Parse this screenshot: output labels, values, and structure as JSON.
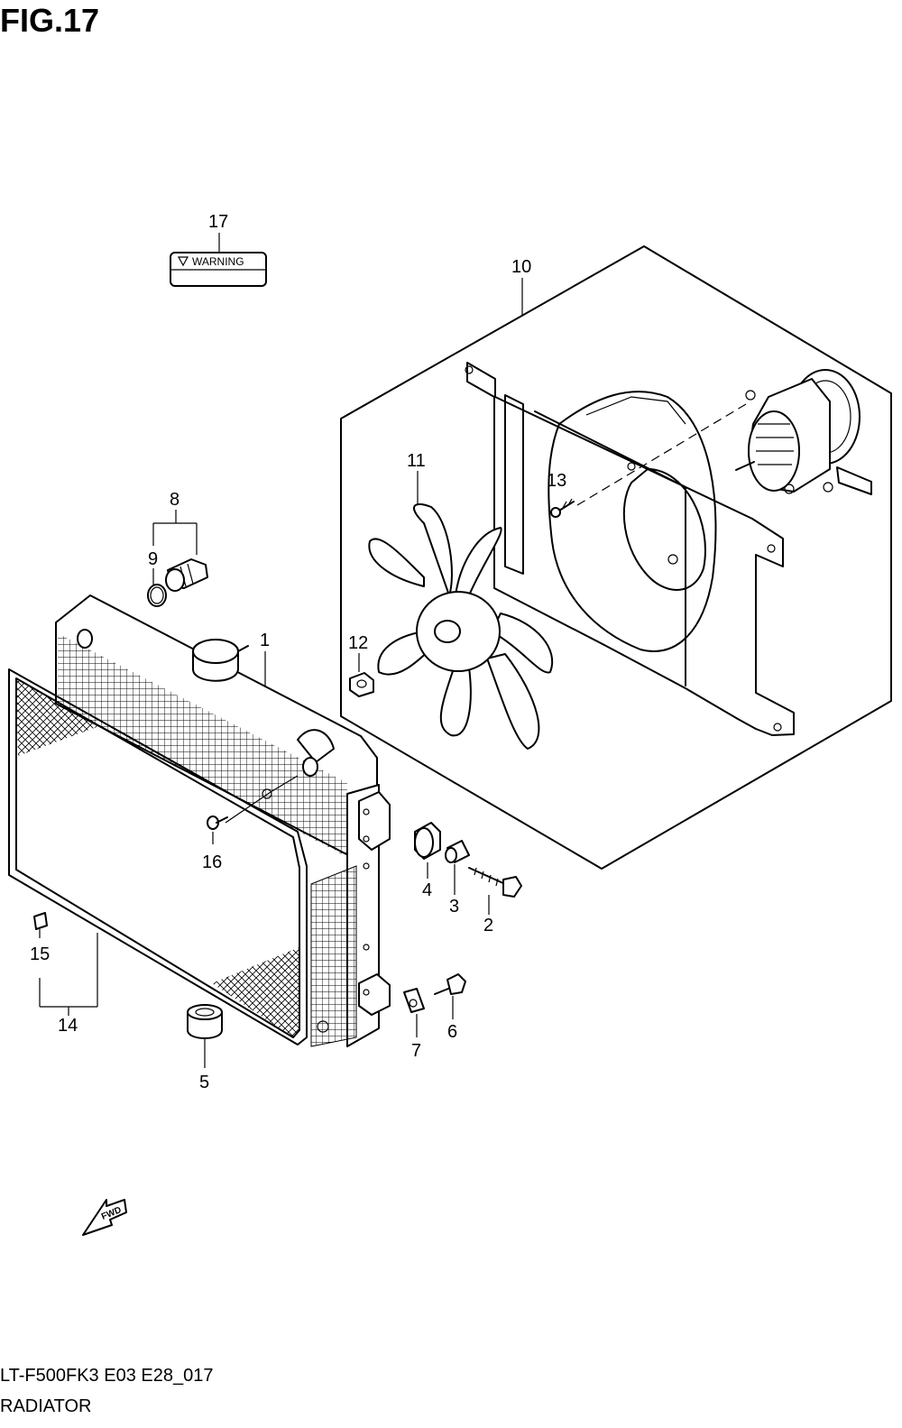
{
  "header": {
    "title": "FIG.17"
  },
  "footer": {
    "model_code": "LT-F500FK3 E03 E28_017",
    "section_name": "RADIATOR"
  },
  "label_17": {
    "text": "WARNING"
  },
  "fwd_arrow": {
    "text": "FWD"
  },
  "callouts": {
    "c1": "1",
    "c2": "2",
    "c3": "3",
    "c4": "4",
    "c5": "5",
    "c6": "6",
    "c7": "7",
    "c8": "8",
    "c9": "9",
    "c10": "10",
    "c11": "11",
    "c12": "12",
    "c13": "13",
    "c14": "14",
    "c15": "15",
    "c16": "16",
    "c17": "17"
  }
}
